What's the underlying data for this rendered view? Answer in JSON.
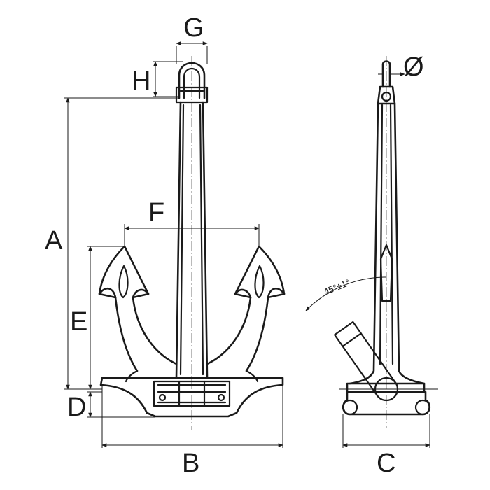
{
  "labels": {
    "g": "G",
    "h": "H",
    "a": "A",
    "f": "F",
    "e": "E",
    "d": "D",
    "b": "B",
    "c": "C",
    "phi": "Ø",
    "angle": "45°±1°"
  }
}
